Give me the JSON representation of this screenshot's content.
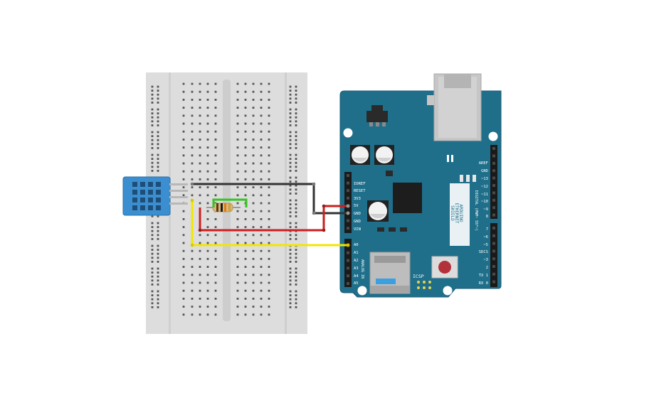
{
  "colors": {
    "breadboard": "#dddddd",
    "breadboard_edge": "#cfcfcf",
    "board": "#1f6f8b",
    "board_edge": "#175a72",
    "sensor": "#3b8fd0",
    "wire_black": "#333333",
    "wire_red": "#cc1f1f",
    "wire_yellow": "#f2e600",
    "wire_green": "#35c421"
  },
  "board": {
    "left_header": [
      "IOREF",
      "RESET",
      "3V3",
      "5V",
      "GND",
      "GND",
      "VIN"
    ],
    "analog_header": [
      "A0",
      "A1",
      "A2",
      "A3",
      "A4",
      "A5"
    ],
    "analog_label": "ANALOG IN",
    "right_header_top": [
      "AREF",
      "GND",
      "~13",
      "~12",
      "~11",
      "~10",
      "~9",
      "8"
    ],
    "right_header_bottom": [
      "7",
      "~6",
      "~5",
      "SDCS",
      "~3",
      "2",
      "TX 1",
      "RX 0"
    ],
    "shield_name": [
      "ETHERNET",
      "SHIELD"
    ],
    "brand": "ARDUINO",
    "digital_label": "DIGITAL (PWM~ SS*~)",
    "icsp": "ICSP"
  },
  "components": {
    "sensor_icon": "dht-temperature-humidity-sensor-icon",
    "resistor_icon": "resistor-icon",
    "ethernet_icon": "rj45-jack-icon",
    "sd_icon": "sd-card-slot-icon",
    "reset_icon": "reset-button-icon"
  }
}
